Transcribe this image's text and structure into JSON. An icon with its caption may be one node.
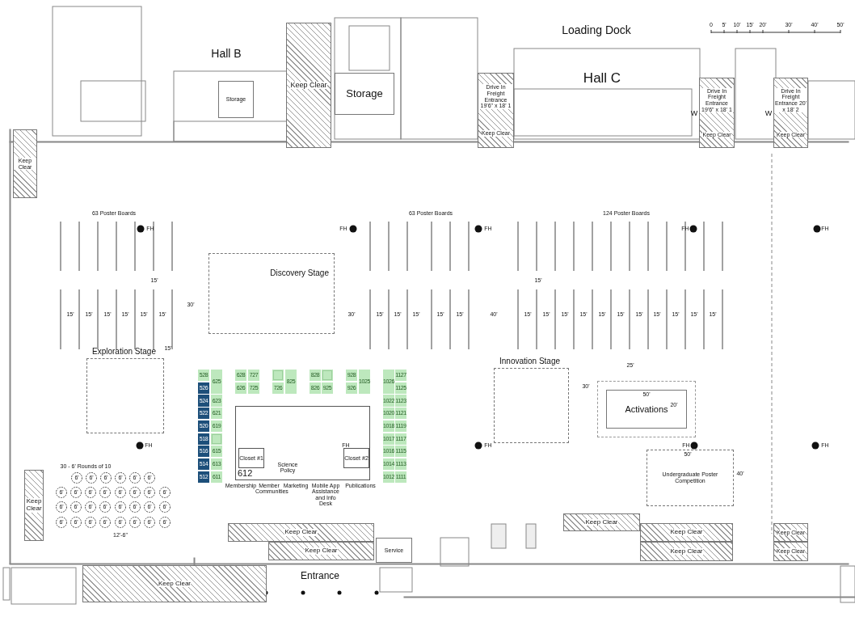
{
  "diagram": {
    "nodes": [
      {
        "text": [
          "Storage"
        ]
      },
      {
        "text": [
          "Keep Clear"
        ]
      },
      {
        "text": [
          "Storage"
        ]
      },
      {
        "text": [
          "Keep Clear"
        ]
      },
      {
        "text": [
          "Drive In Freight Entrance 19'6\" x 18' 1",
          "Keep Clear"
        ]
      },
      {
        "text": [
          "Drive In Freight Entrance 19'6\" x 18' 1",
          "Keep Clear"
        ]
      },
      {
        "text": [
          "Drive In Freight Entrance 20' x 18' 2",
          "Keep Clear"
        ]
      },
      {
        "text": [
          "Discovery Stage"
        ]
      },
      {
        "text": [
          "Exploration Stage"
        ]
      },
      {
        "text": [
          "Innovation Stage"
        ]
      },
      {
        "text": [
          "Activations"
        ]
      },
      {
        "text": [
          "Undergraduate Poster Competition"
        ]
      },
      {
        "text": [
          "612"
        ]
      },
      {
        "text": [
          "Closet #1"
        ],
        "in": 12
      },
      {
        "text": [
          "Closet #2"
        ],
        "in": 12
      },
      {
        "text": [
          "528"
        ]
      },
      {
        "text": [
          "625"
        ]
      },
      {
        "text": [
          "628"
        ]
      },
      {
        "text": [
          "727"
        ]
      },
      {
        "text": [],
        "shape": "box"
      },
      {
        "text": [
          "825"
        ]
      },
      {
        "text": [
          "828"
        ]
      },
      {
        "text": [],
        "shape": "box"
      },
      {
        "text": [
          "928"
        ]
      },
      {
        "text": [
          "1025"
        ]
      },
      {
        "text": [
          "1026"
        ]
      },
      {
        "text": [
          "1127"
        ]
      },
      {
        "text": [
          "526"
        ]
      },
      {
        "text": [
          "626"
        ]
      },
      {
        "text": [
          "725"
        ]
      },
      {
        "text": [
          "726"
        ]
      },
      {
        "text": [
          "826"
        ]
      },
      {
        "text": [
          "925"
        ]
      },
      {
        "text": [
          "926"
        ]
      },
      {
        "text": [
          "1125"
        ]
      },
      {
        "text": [
          "524"
        ]
      },
      {
        "text": [
          "623"
        ]
      },
      {
        "text": [
          "1022"
        ]
      },
      {
        "text": [
          "1123"
        ]
      },
      {
        "text": [
          "522"
        ]
      },
      {
        "text": [
          "621"
        ]
      },
      {
        "text": [
          "1020"
        ]
      },
      {
        "text": [
          "1121"
        ]
      },
      {
        "text": [
          "520"
        ]
      },
      {
        "text": [
          "619"
        ]
      },
      {
        "text": [
          "1018"
        ]
      },
      {
        "text": [
          "1119"
        ]
      },
      {
        "text": [
          "518"
        ]
      },
      {
        "text": [],
        "shape": "box"
      },
      {
        "text": [
          "1017"
        ]
      },
      {
        "text": [
          "1117"
        ]
      },
      {
        "text": [
          "516"
        ]
      },
      {
        "text": [
          "615"
        ]
      },
      {
        "text": [
          "1016"
        ]
      },
      {
        "text": [
          "1115"
        ]
      },
      {
        "text": [
          "514"
        ]
      },
      {
        "text": [
          "613"
        ]
      },
      {
        "text": [
          "1014"
        ]
      },
      {
        "text": [
          "1113"
        ]
      },
      {
        "text": [
          "512"
        ]
      },
      {
        "text": [
          "611"
        ]
      },
      {
        "text": [
          "1012"
        ]
      },
      {
        "text": [
          "1111"
        ]
      },
      {
        "text": [
          "Keep Clear"
        ]
      },
      {
        "text": [
          "Keep Clear"
        ]
      },
      {
        "text": [
          "Keep Clear"
        ]
      },
      {
        "text": [
          "Keep Clear"
        ]
      },
      {
        "text": [
          "Service"
        ]
      },
      {
        "text": [
          "Keep Clear"
        ]
      },
      {
        "text": [
          "Keep Clear"
        ]
      },
      {
        "text": [
          "Keep Clear"
        ]
      },
      {
        "text": [
          "Keep Clear"
        ]
      },
      {
        "text": [
          "Keep Clear"
        ]
      }
    ],
    "labels": [
      "Hall B",
      "Loading Dock",
      "0",
      "5'",
      "10'",
      "15'",
      "20'",
      "30'",
      "40'",
      "50'",
      "Hall C",
      "W",
      "W",
      "63 Poster Boards",
      "63 Poster Boards",
      "124 Poster Boards",
      "FH",
      "FH",
      "FH",
      "FH",
      "FH",
      "15'",
      "15'",
      "30'",
      "15'",
      "15'",
      "15'",
      "15'",
      "15'",
      "15'",
      "30'",
      "15'",
      "15'",
      "15'",
      "15'",
      "15'",
      "40'",
      "15'",
      "15'",
      "15'",
      "15'",
      "15'",
      "15'",
      "15'",
      "15'",
      "15'",
      "15'",
      "15'",
      "15'",
      "25'",
      "30'",
      "50'",
      "20'",
      "FH",
      "FH",
      "FH",
      "FH",
      "FH",
      "50'",
      "40'",
      "30 - 6' Rounds of 10",
      "6'",
      "6'",
      "6'",
      "6'",
      "6'",
      "6'",
      "6'",
      "6'",
      "6'",
      "6'",
      "6'",
      "6'",
      "6'",
      "6'",
      "6'",
      "6'",
      "6'",
      "6'",
      "6'",
      "6'",
      "6'",
      "6'",
      "6'",
      "6'",
      "6'",
      "6'",
      "6'",
      "6'",
      "6'",
      "6'",
      "Science Policy",
      "Membership",
      "Member Communities",
      "Marketing",
      "Mobile App Assistance and Info Desk",
      "Publications",
      "12'-6\"",
      "Entrance"
    ]
  }
}
